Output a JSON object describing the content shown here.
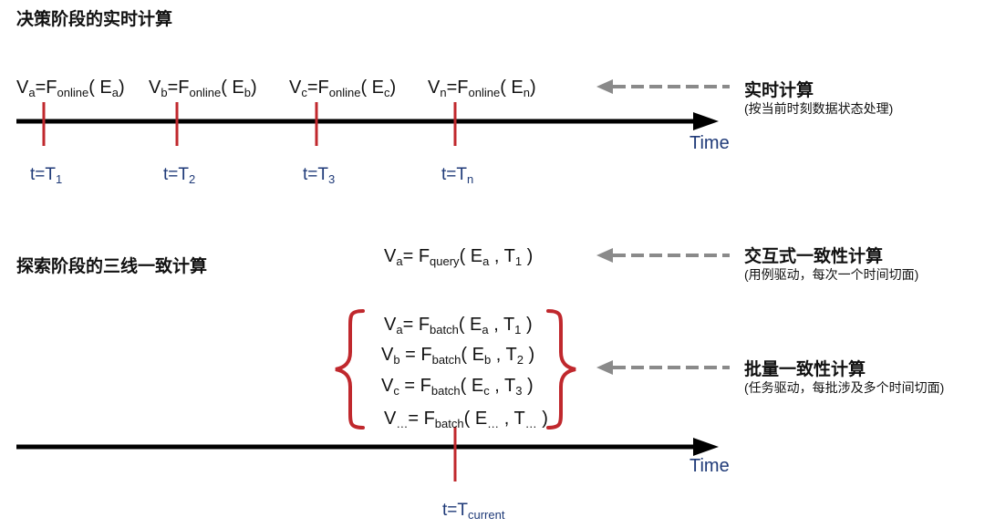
{
  "section1": {
    "title": "决策阶段的实时计算",
    "formulas": [
      {
        "v": "V",
        "v_sub": "a",
        "f_sub": "online",
        "e_sub": "a"
      },
      {
        "v": "V",
        "v_sub": "b",
        "f_sub": "online",
        "e_sub": "b"
      },
      {
        "v": "V",
        "v_sub": "c",
        "f_sub": "online",
        "e_sub": "c"
      },
      {
        "v": "V",
        "v_sub": "n",
        "f_sub": "online",
        "e_sub": "n"
      }
    ],
    "ticks": [
      {
        "t": "t=T",
        "sub": "1"
      },
      {
        "t": "t=T",
        "sub": "2"
      },
      {
        "t": "t=T",
        "sub": "3"
      },
      {
        "t": "t=T",
        "sub": "n"
      }
    ],
    "axis_label": "Time",
    "side_title": "实时计算",
    "side_note": "(按当前时刻数据状态处理)"
  },
  "section2": {
    "title": "探索阶段的三线一致计算",
    "query": {
      "v_sub": "a",
      "f_sub": "query",
      "e_sub": "a",
      "t_sub": "1"
    },
    "query_side_title": "交互式一致性计算",
    "query_side_note": "(用例驱动，每次一个时间切面)",
    "batch": [
      {
        "v_sub": "a",
        "e_sub": "a",
        "t_sub": "1"
      },
      {
        "v_sub": "b",
        "e_sub": "b",
        "t_sub": "2"
      },
      {
        "v_sub": "c",
        "e_sub": "c",
        "t_sub": "3"
      },
      {
        "v_sub": "…",
        "e_sub": "…",
        "t_sub": "…"
      }
    ],
    "batch_f_sub": "batch",
    "batch_side_title": "批量一致性计算",
    "batch_side_note": "(任务驱动，每批涉及多个时间切面)",
    "axis_label": "Time",
    "tick": {
      "t": "t=T",
      "sub": "current"
    }
  },
  "colors": {
    "axis": "#000000",
    "tick": "#c0282d",
    "brace": "#c0282d",
    "dashed_arrow": "#8a8a8a",
    "label_blue": "#1f3a78"
  }
}
